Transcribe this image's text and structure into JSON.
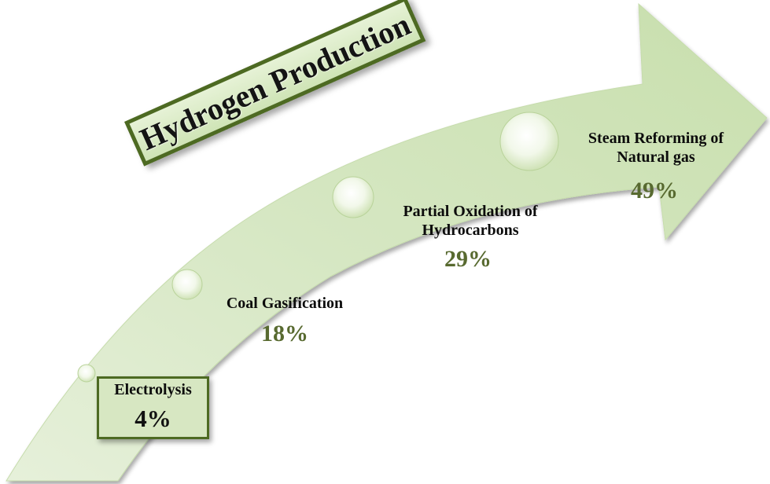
{
  "title": "Hydrogen Production",
  "stages": [
    {
      "id": "electrolysis",
      "label_lines": [
        "Electrolysis"
      ],
      "percent": "4%"
    },
    {
      "id": "coal-gasification",
      "label_lines": [
        "Coal Gasification"
      ],
      "percent": "18%"
    },
    {
      "id": "partial-oxidation",
      "label_lines": [
        "Partial Oxidation of",
        "Hydrocarbons"
      ],
      "percent": "29%"
    },
    {
      "id": "steam-reforming",
      "label_lines": [
        "Steam Reforming of",
        "Natural gas"
      ],
      "percent": "49%"
    }
  ],
  "colors": {
    "arrow_fill": "#d3e5bf",
    "title_border": "#4d6a22",
    "percent_text": "#586a30"
  }
}
